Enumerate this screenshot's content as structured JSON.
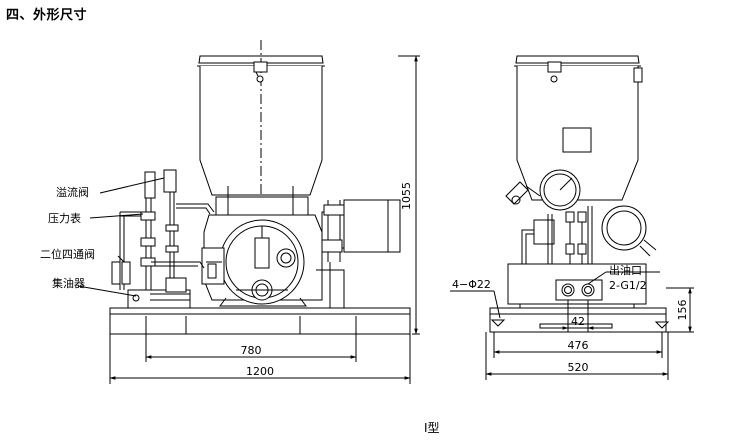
{
  "section_title": "四、外形尺寸",
  "callouts": {
    "relief_valve": "溢流阀",
    "pressure_gauge": "压力表",
    "two_position_valve": "二位四通阀",
    "oil_collector": "集油器",
    "outlet": "出油口",
    "outlet_thread": "2-G1/2",
    "holes": "4−Φ22"
  },
  "dimensions": {
    "height": "1055",
    "base_inner": "780",
    "base_total": "1200",
    "side_height": "156",
    "outlet_spacing": "42",
    "side_inner": "476",
    "side_total": "520"
  },
  "caption": "Ⅰ型",
  "colors": {
    "line": "#000000",
    "background": "#ffffff"
  }
}
